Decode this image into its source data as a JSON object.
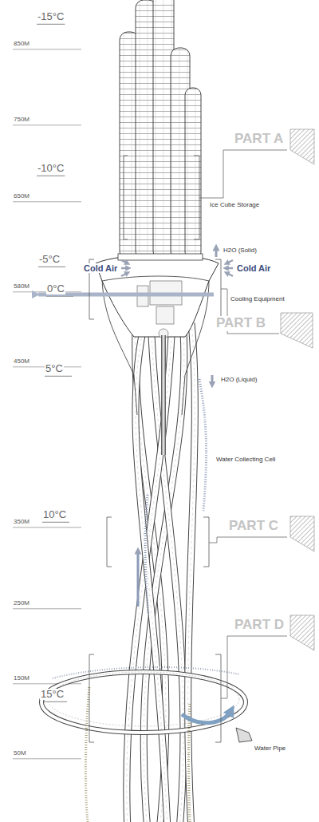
{
  "diagram": {
    "labels": [
      "-15°C",
      "850M",
      "750M",
      "PART A",
      "-10°C",
      "650M",
      "Ice Cube Storage",
      "H2O (Solid)",
      "-5°C",
      "Cold Air",
      "Cold Air",
      "580M",
      "0°C",
      "Cooling Equipment",
      "PART B",
      "H2O (Liquid)",
      "450M",
      "5°C",
      "Water Collecting Cell",
      "10°C",
      "350M",
      "PART C",
      "250M",
      "PART D",
      "150M",
      "15°C",
      "Water Pipe",
      "50M"
    ]
  }
}
